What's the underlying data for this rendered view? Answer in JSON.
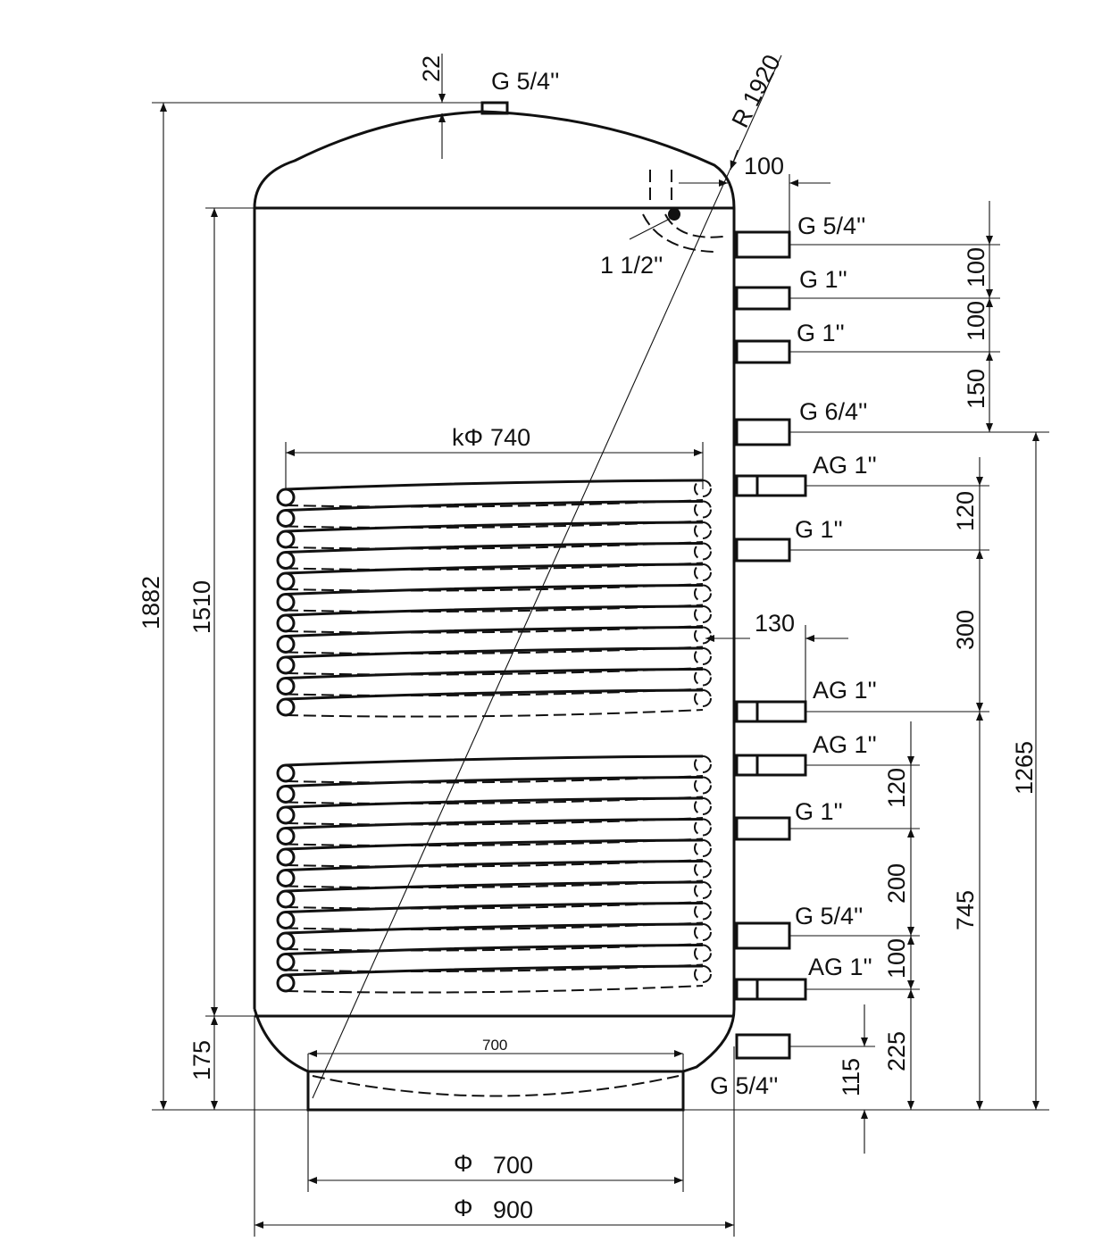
{
  "top": {
    "dome_height": "22",
    "top_fitting": "G 5/4''",
    "radius": "R 1920",
    "offset": "100",
    "sensor": "1 1/2''"
  },
  "fittings": [
    "G 5/4''",
    "G 1''",
    "G 1''",
    "G 6/4''",
    "AG 1''",
    "G 1''",
    "AG 1''",
    "AG 1''",
    "G 1''",
    "G 5/4''",
    "AG 1''",
    "G 5/4''"
  ],
  "dims_right": {
    "d1": "100",
    "d2": "100",
    "d3": "150",
    "d4": "120",
    "d5": "300",
    "d6": "1265",
    "d7": "130",
    "d8": "120",
    "d9": "200",
    "d10": "745",
    "d11": "100",
    "d12": "225",
    "d13": "115"
  },
  "dims_left": {
    "total": "1882",
    "cyl": "1510",
    "base": "175"
  },
  "dims_bottom": {
    "stand": "700",
    "phi700": "700",
    "phi900": "900",
    "phi": "Φ"
  },
  "coil": {
    "label_prefix": "k",
    "phi": "Φ",
    "diameter": "740"
  },
  "colors": {
    "line": "#111111",
    "background": "#ffffff"
  }
}
